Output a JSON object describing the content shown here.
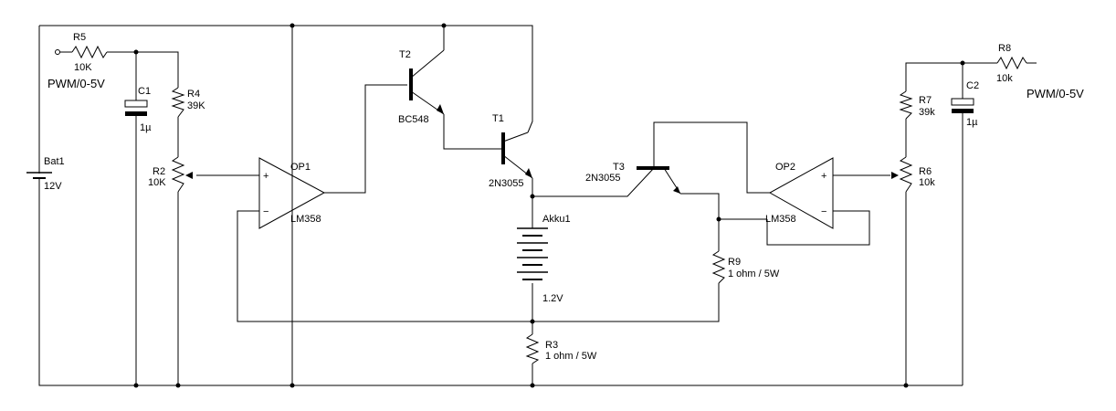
{
  "components": {
    "R5": {
      "ref": "R5",
      "value": "10K"
    },
    "pwm_left": "PWM/0-5V",
    "C1": {
      "ref": "C1",
      "value": "1µ"
    },
    "R4": {
      "ref": "R4",
      "value": "39K"
    },
    "R2": {
      "ref": "R2",
      "value": "10K"
    },
    "Bat1": {
      "ref": "Bat1",
      "value": "12V"
    },
    "OP1": {
      "ref": "OP1",
      "part": "LM358"
    },
    "T2": {
      "ref": "T2",
      "part": "BC548"
    },
    "T1": {
      "ref": "T1",
      "part": "2N3055"
    },
    "Akku1": {
      "ref": "Akku1",
      "value": "1.2V"
    },
    "R3": {
      "ref": "R3",
      "value": "1 ohm / 5W"
    },
    "T3": {
      "ref": "T3",
      "part": "2N3055"
    },
    "R9": {
      "ref": "R9",
      "value": "1 ohm / 5W"
    },
    "OP2": {
      "ref": "OP2",
      "part": "LM358"
    },
    "R7": {
      "ref": "R7",
      "value": "39k"
    },
    "R6": {
      "ref": "R6",
      "value": "10k"
    },
    "C2": {
      "ref": "C2",
      "value": "1µ"
    },
    "R8": {
      "ref": "R8",
      "value": "10k"
    },
    "pwm_right": "PWM/0-5V"
  },
  "pin_signs": {
    "plus": "+",
    "minus": "−"
  }
}
